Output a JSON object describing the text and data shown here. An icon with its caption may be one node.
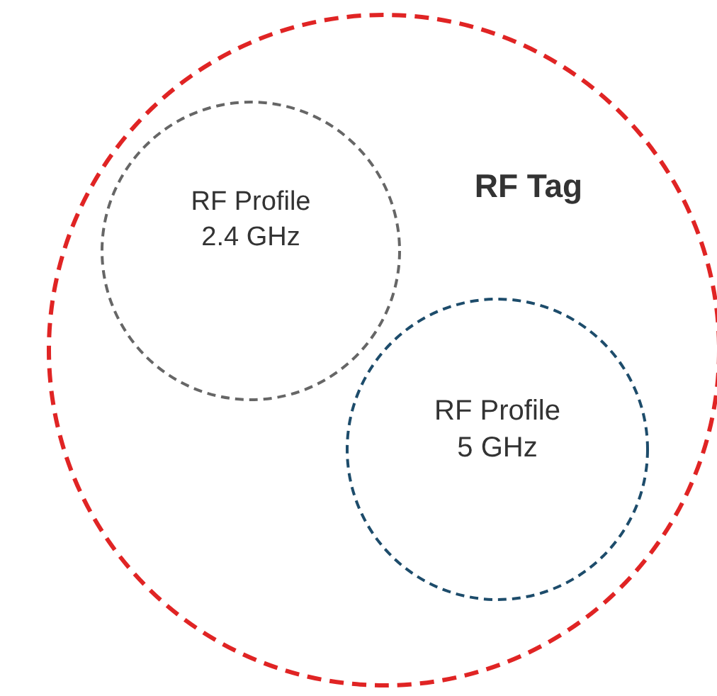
{
  "diagram": {
    "nodes": [
      {
        "text": [
          "RF Tag"
        ]
      },
      {
        "text": [
          "RF Profile 2.4 GHz"
        ],
        "in": 0
      },
      {
        "text": [
          "RF Profile 5 GHz"
        ],
        "in": 0
      }
    ]
  }
}
